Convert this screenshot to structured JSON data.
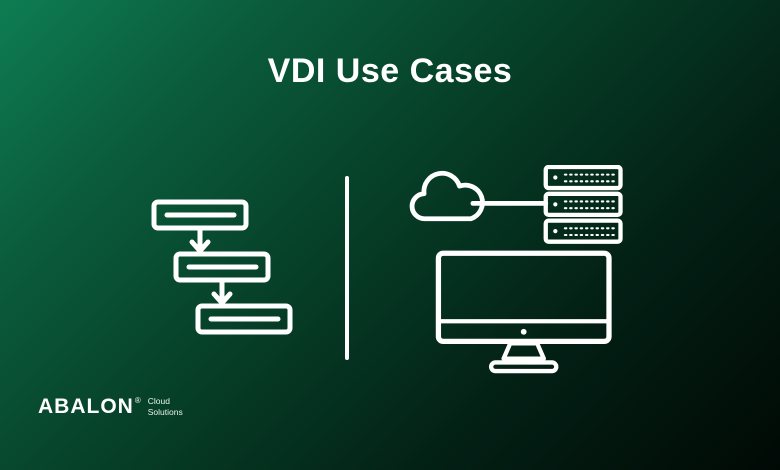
{
  "title": "VDI Use Cases",
  "colors": {
    "background_top_left": "#0e7d52",
    "background_bottom_right": "#010905",
    "foreground": "#ffffff"
  },
  "icons": {
    "left": "flowchart-icon",
    "divider": "vertical-divider",
    "right": "cloud-servers-monitor-icon"
  },
  "logo": {
    "name": "ABALON",
    "registered": "®",
    "tagline_line1": "Cloud",
    "tagline_line2": "Solutions"
  }
}
